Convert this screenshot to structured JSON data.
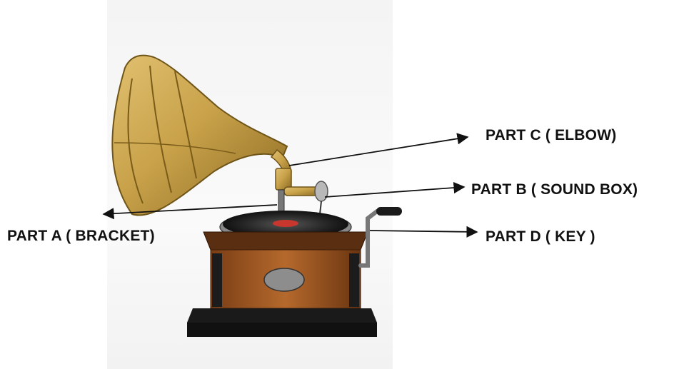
{
  "labels": {
    "part_a": "PART A ( BRACKET)",
    "part_b": "PART B ( SOUND BOX)",
    "part_c": "PART C ( ELBOW)",
    "part_d": "PART D ( KEY )"
  },
  "colors": {
    "brass": "#c9a24a",
    "brass_dark": "#8a6a22",
    "wood": "#a45a22",
    "wood_dark": "#5a2e10",
    "base_black": "#1a1a1a",
    "record": "#2a2a2a",
    "record_label": "#c8372d",
    "arrow": "#111111"
  }
}
